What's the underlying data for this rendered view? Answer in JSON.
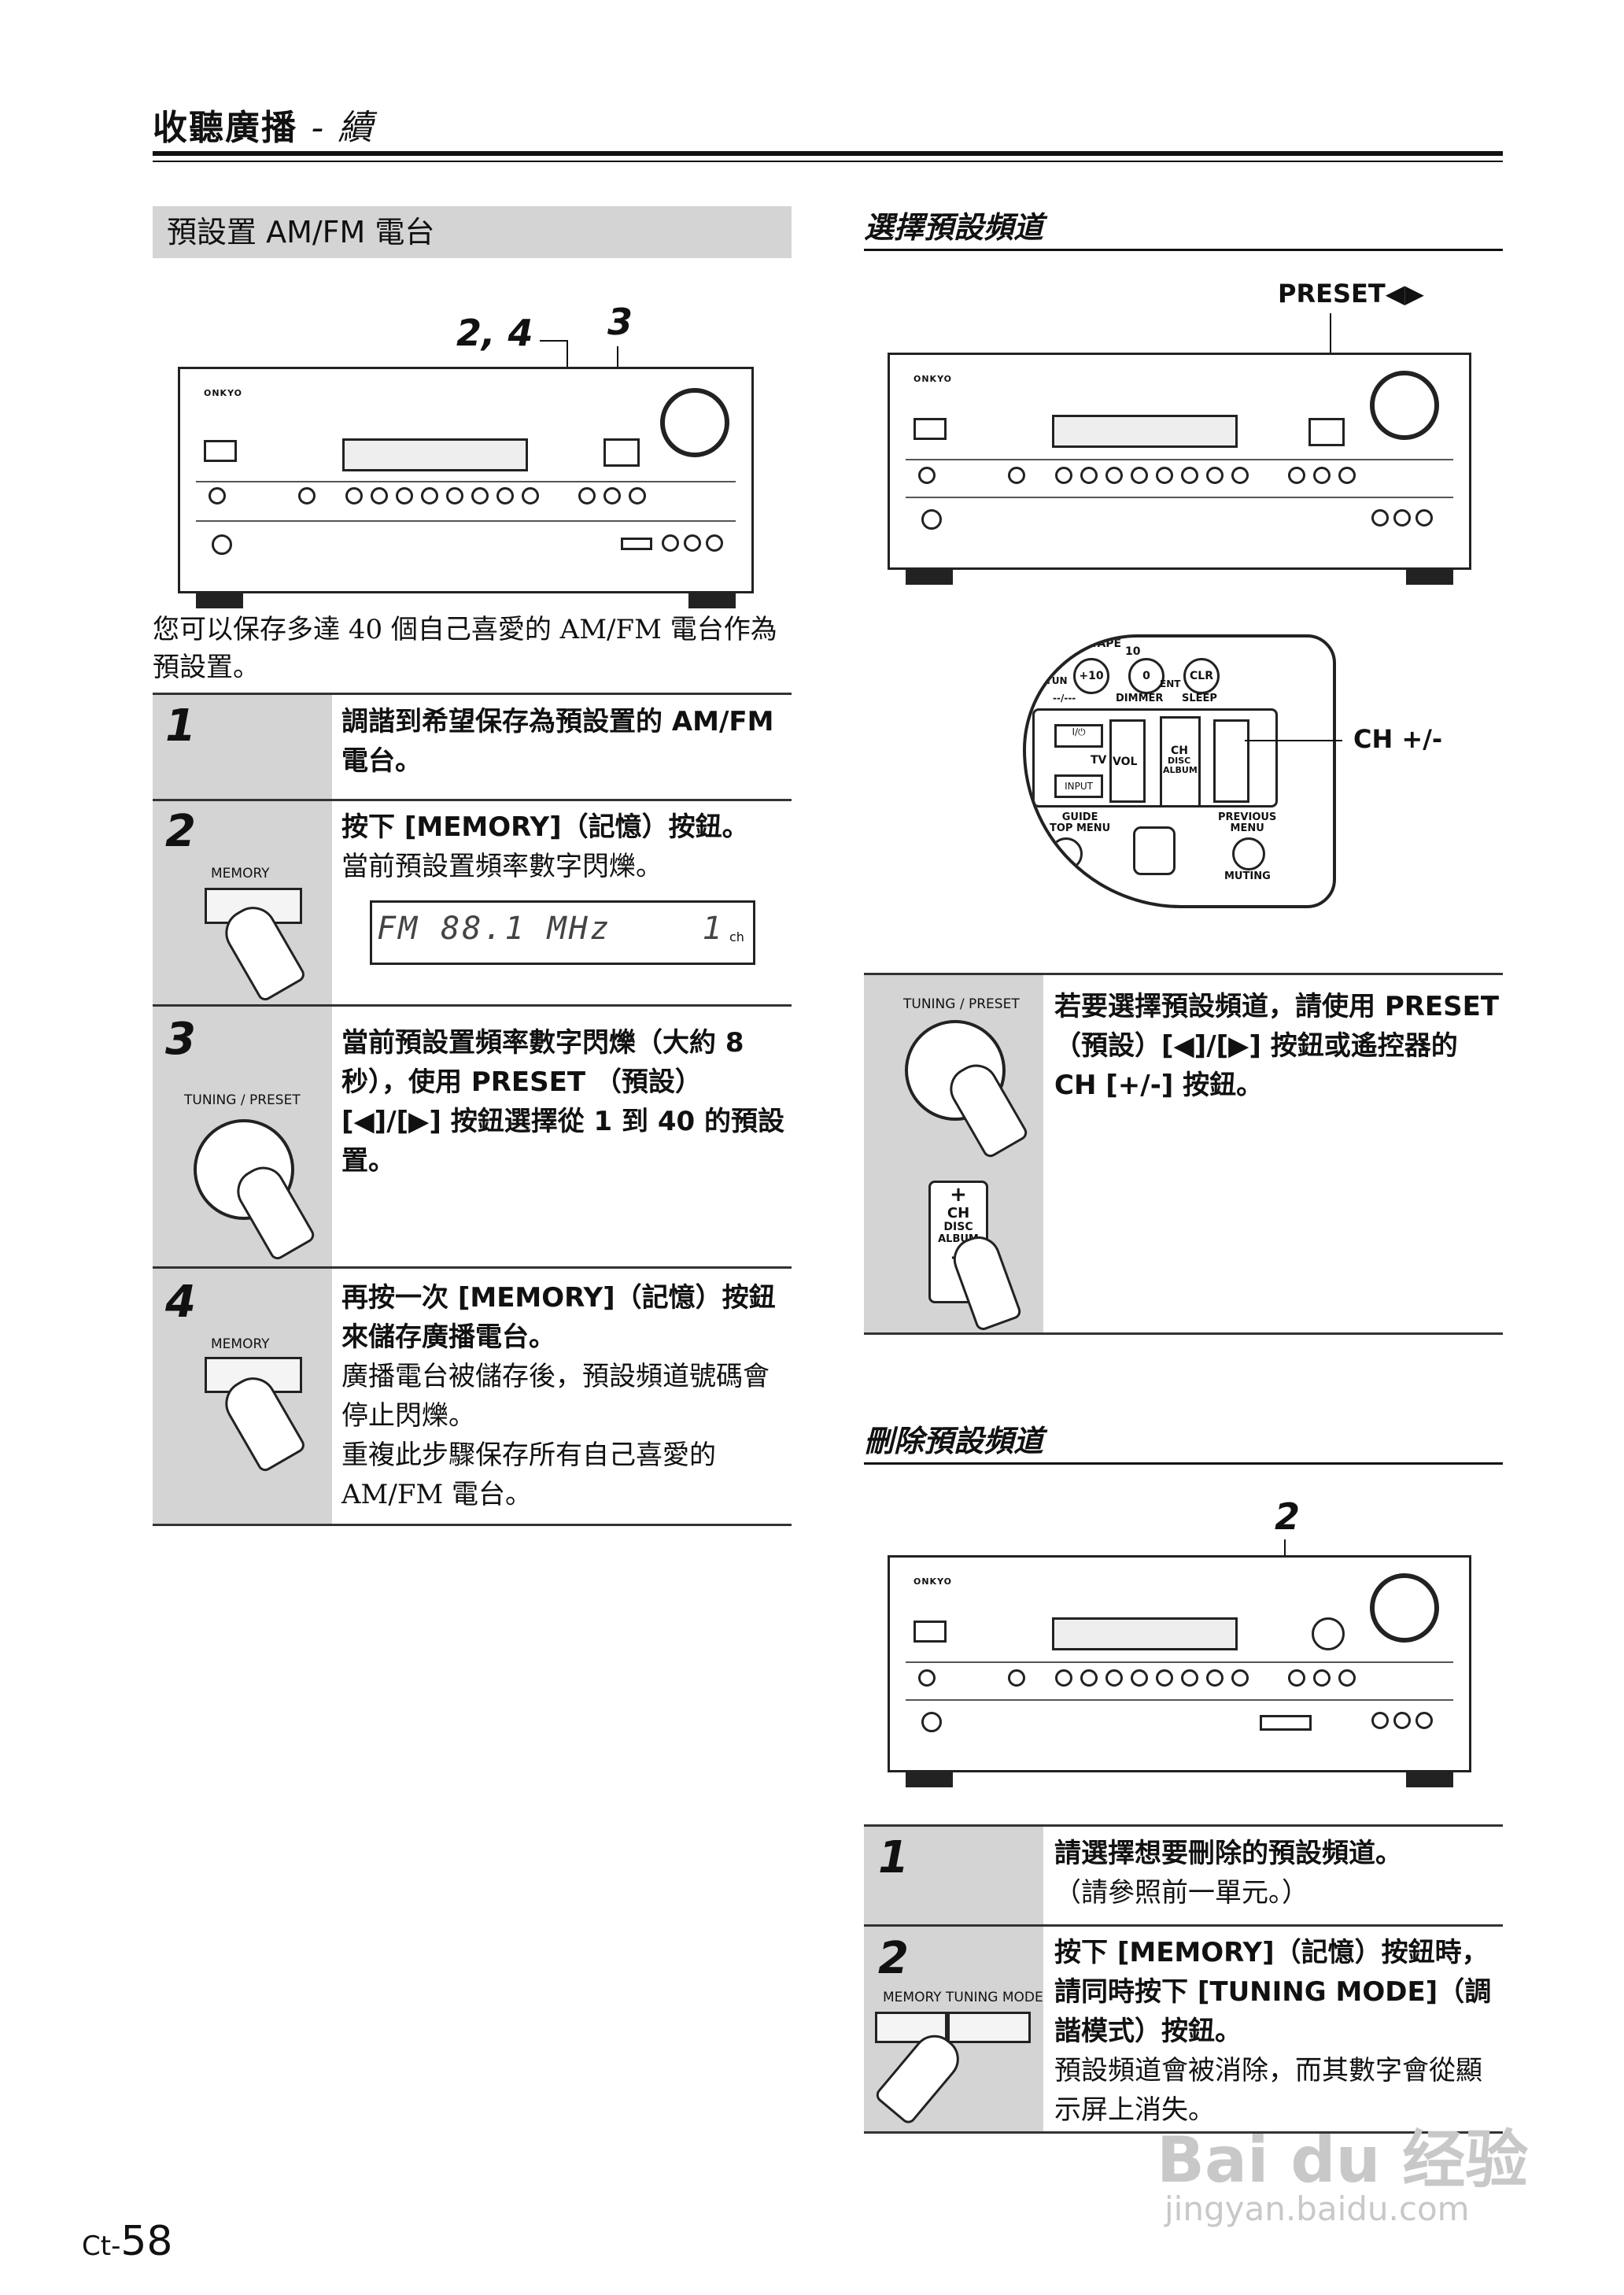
{
  "header": {
    "title_main": "收聽廣播",
    "title_suffix": "- 續"
  },
  "left": {
    "section_title": "預設置 AM/FM 電台",
    "callout_24": "2, 4",
    "callout_3": "3",
    "device_brand": "ONKYO",
    "intro": "您可以保存多達 40 個自己喜愛的 AM/FM 電台作為預設置。",
    "steps": [
      {
        "num": "1",
        "text": "調諧到希望保存為預設置的 AM/FM 電台。"
      },
      {
        "num": "2",
        "button": "MEMORY",
        "text": "按下 [MEMORY]（記憶）按鈕。",
        "sub": "當前預設置頻率數字閃爍。",
        "display": "FM  88.1 MHz",
        "display_ch": "1",
        "display_ch_label": "ch"
      },
      {
        "num": "3",
        "knob": "TUNING / PRESET",
        "text": "當前預設置頻率數字閃爍（大約 8 秒），使用 PRESET （預設）[◀]/[▶] 按鈕選擇從 1 到 40 的預設置。"
      },
      {
        "num": "4",
        "button": "MEMORY",
        "text": "再按一次 [MEMORY]（記憶）按鈕來儲存廣播電台。",
        "sub1": "廣播電台被儲存後，預設頻道號碼會停止閃爍。",
        "sub2": "重複此步驟保存所有自己喜愛的 AM/FM 電台。"
      }
    ]
  },
  "right": {
    "select_heading": "選擇預設頻道",
    "preset_label": "PRESET◀▶",
    "remote_label": "CH +/-",
    "remote_keys": {
      "tape": "TAPE",
      "plus10": "+10",
      "zero": "0",
      "clr": "CLR",
      "dtun": "D.TUN",
      "dimmer": "DIMMER",
      "ent": "ENT",
      "sleep": "SLEEP",
      "tv": "TV",
      "vol": "VOL",
      "ch": "CH",
      "disc": "DISC",
      "album": "ALBUM",
      "input": "INPUT",
      "guide": "GUIDE",
      "top_menu": "TOP MENU",
      "previous": "PREVIOUS",
      "menu": "MENU",
      "muting": "MUTING",
      "ten": "10",
      "dashes": "--/---"
    },
    "select_step": {
      "knob": "TUNING / PRESET",
      "ch_plus": "+",
      "ch_minus": "−",
      "ch": "CH",
      "disc": "DISC",
      "album": "ALBUM",
      "text": "若要選擇預設頻道，請使用 PRESET（預設）[◀]/[▶] 按鈕或遙控器的 CH [+/-] 按鈕。"
    },
    "delete_heading": "刪除預設頻道",
    "callout_2": "2",
    "delete_steps": [
      {
        "num": "1",
        "text": "請選擇想要刪除的預設頻道。",
        "sub": "（請參照前一單元。）"
      },
      {
        "num": "2",
        "button1": "MEMORY",
        "button2": "TUNING MODE",
        "text": "按下 [MEMORY]（記憶）按鈕時，請同時按下 [TUNING MODE]（調諧模式）按鈕。",
        "sub": "預設頻道會被消除，而其數字會從顯示屏上消失。"
      }
    ]
  },
  "footer": {
    "prefix": "Ct-",
    "page": "58"
  },
  "watermark": {
    "line1": "Bai du 经验",
    "line2": "jingyan.baidu.com"
  }
}
